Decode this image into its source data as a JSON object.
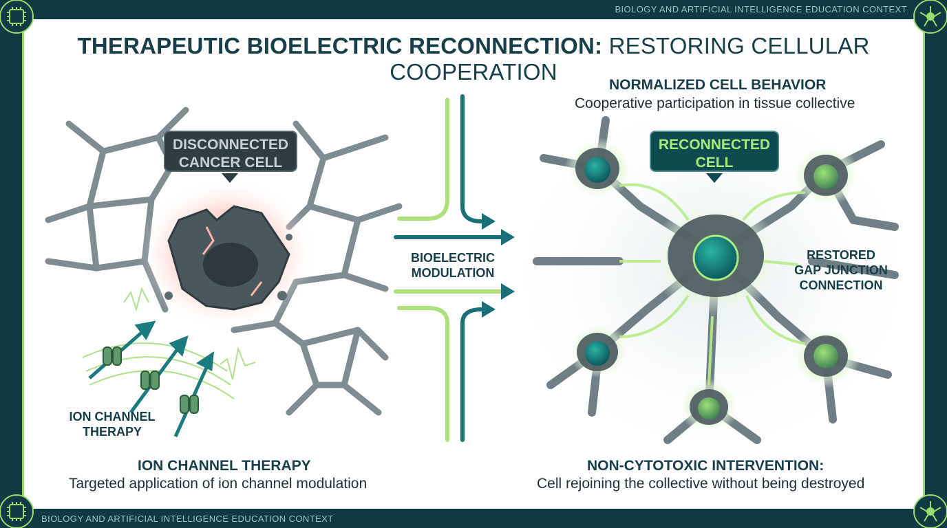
{
  "frame": {
    "top_context": "BIOLOGY AND ARTIFICIAL INTELLIGENCE EDUCATION CONTEXT",
    "bottom_context": "BIOLOGY AND ARTIFICIAL INTELLIGENCE EDUCATION CONTEXT"
  },
  "title": {
    "bold_part": "THERAPEUTIC BIOELECTRIC RECONNECTION:",
    "light_part": " RESTORING CELLULAR COOPERATION"
  },
  "left": {
    "callout_line1": "DISCONNECTED",
    "callout_line2": "CANCER CELL",
    "channel_label_line1": "ION CHANNEL",
    "channel_label_line2": "THERAPY",
    "heading": "ION CHANNEL THERAPY",
    "subtitle": "Targeted application of ion channel modulation"
  },
  "middle": {
    "label_line1": "BIOELECTRIC",
    "label_line2": "MODULATION"
  },
  "right": {
    "heading": "NORMALIZED CELL BEHAVIOR",
    "subheading": "Cooperative participation in tissue collective",
    "callout_line1": "RECONNECTED",
    "callout_line2": "CELL",
    "junction_line1": "RESTORED",
    "junction_line2": "GAP JUNCTION",
    "junction_line3": "CONNECTION",
    "bottom_heading": "NON-CYTOTOXIC INTERVENTION:",
    "bottom_subtitle": "Cell rejoining the collective without being destroyed"
  },
  "icons": {
    "corner_top_left": "chip-icon",
    "corner_top_right": "neuron-icon",
    "corner_bottom_left": "chip-icon",
    "corner_bottom_right": "neuron-icon"
  },
  "colors": {
    "frame": "#0f3a44",
    "accent_green": "#9bdc6c",
    "teal": "#17707a",
    "cancer_glow": "#ff8a80"
  }
}
